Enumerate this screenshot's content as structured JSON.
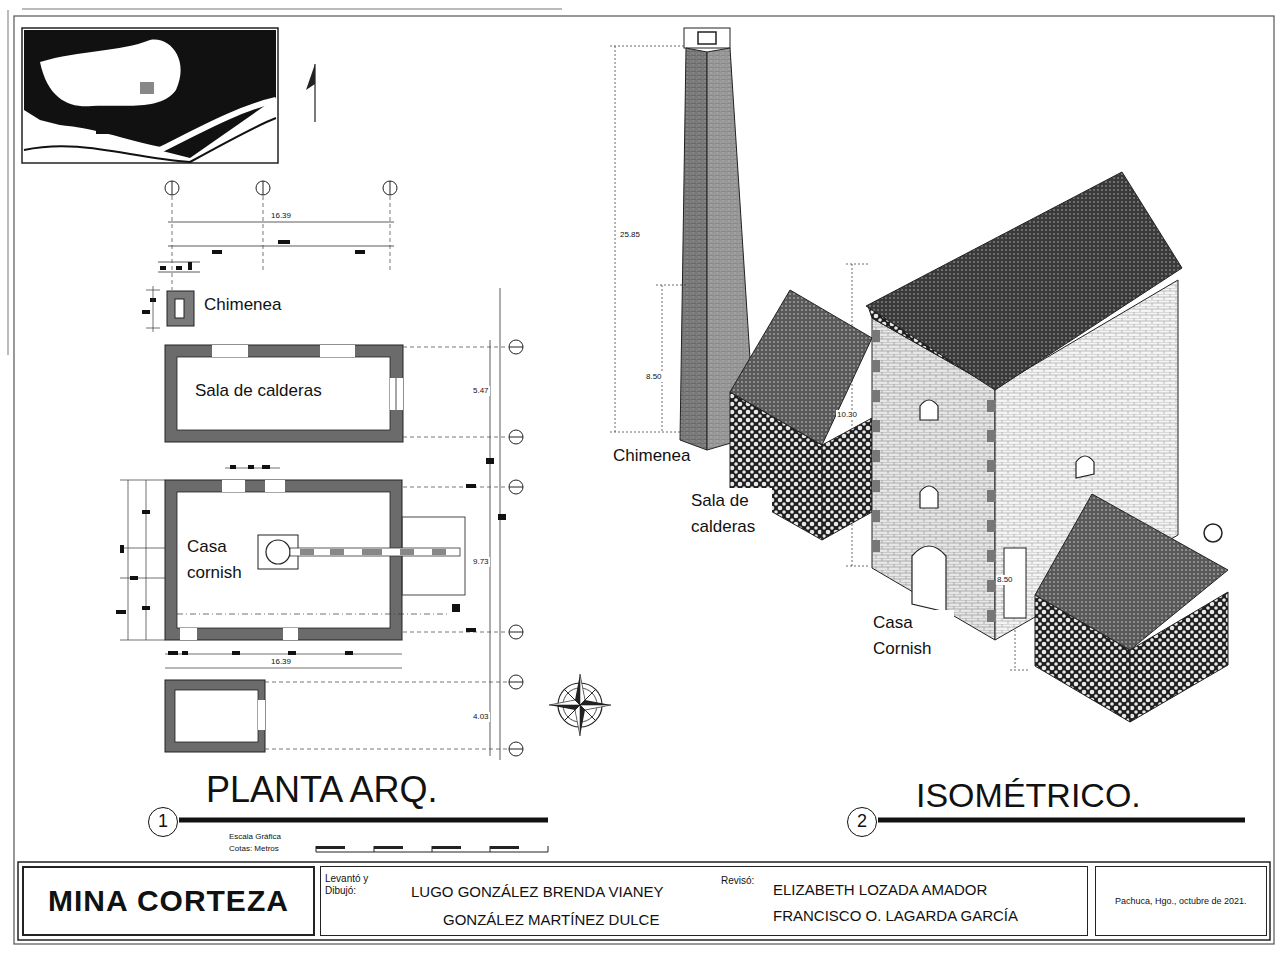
{
  "diagram": {
    "nodes": [
      {
        "text": [
          "Sala de calderas"
        ]
      },
      {
        "text": [
          "Casa cornish"
        ]
      },
      {
        "text": [
          "1"
        ]
      },
      {
        "text": [
          "2"
        ]
      },
      {
        "text": [
          "MINA CORTEZA"
        ]
      },
      {
        "text": [
          "Levantó y Dibujó:",
          "LUGO GONZÁLEZ BRENDA VIANEY",
          "GONZÁLEZ MARTÍNEZ DULCE",
          "Revisó:",
          "ELIZABETH LOZADA AMADOR",
          "FRANCISCO O. LAGARDA GARCÍA"
        ]
      },
      {
        "text": [
          "Pachuca, Hgo., octubre de 2021."
        ]
      }
    ],
    "labels": [
      "16.39",
      "Chimenea",
      "5.47",
      "9.73",
      "16.39",
      "4.03",
      "PLANTA ARQ.",
      "Escala Gráfica",
      "Cotas: Metros",
      "25.85",
      "8.50",
      "10.30",
      "8.50",
      "Chimenea",
      "Sala de calderas",
      "Casa Cornish",
      "ISOMÉTRICO."
    ]
  }
}
